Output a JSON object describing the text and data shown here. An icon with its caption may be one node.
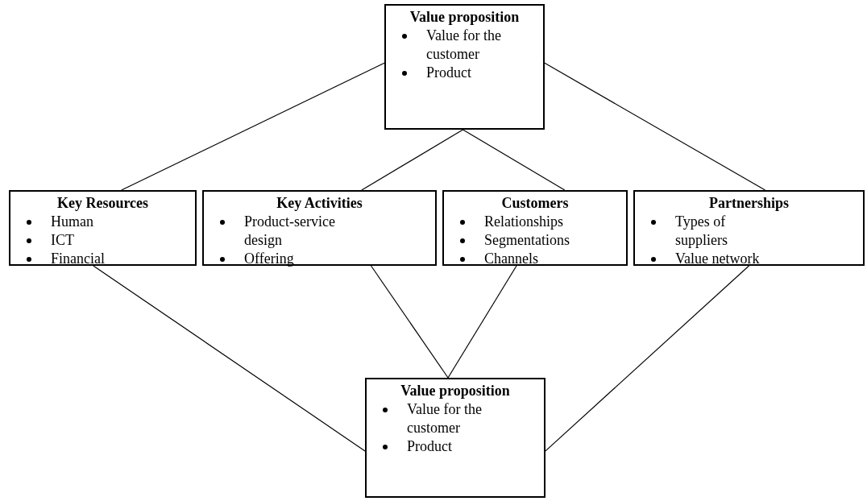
{
  "diagram": {
    "nodes": [
      {
        "text": [
          "Value proposition",
          "Value for the customer",
          "Product"
        ]
      },
      {
        "text": [
          "Key Resources",
          "Human",
          "ICT",
          "Financial"
        ]
      },
      {
        "text": [
          "Key Activities",
          "Product-service design",
          "Offering"
        ]
      },
      {
        "text": [
          "Customers",
          "Relationships",
          "Segmentations",
          "Channels"
        ]
      },
      {
        "text": [
          "Partnerships",
          "Types of suppliers",
          "Value network"
        ]
      },
      {
        "text": [
          "Value proposition",
          "Value for the customer",
          "Product"
        ]
      }
    ],
    "edges": [
      {
        "from": 0,
        "to": 1,
        "arrow": "none"
      },
      {
        "from": 0,
        "to": 4,
        "arrow": "none"
      },
      {
        "from": 0,
        "to": 2,
        "arrow": "none"
      },
      {
        "from": 0,
        "to": 3,
        "arrow": "none"
      },
      {
        "from": 1,
        "to": 5,
        "arrow": "none"
      },
      {
        "from": 2,
        "to": 5,
        "arrow": "none"
      },
      {
        "from": 3,
        "to": 5,
        "arrow": "none"
      },
      {
        "from": 4,
        "to": 5,
        "arrow": "none"
      }
    ]
  }
}
